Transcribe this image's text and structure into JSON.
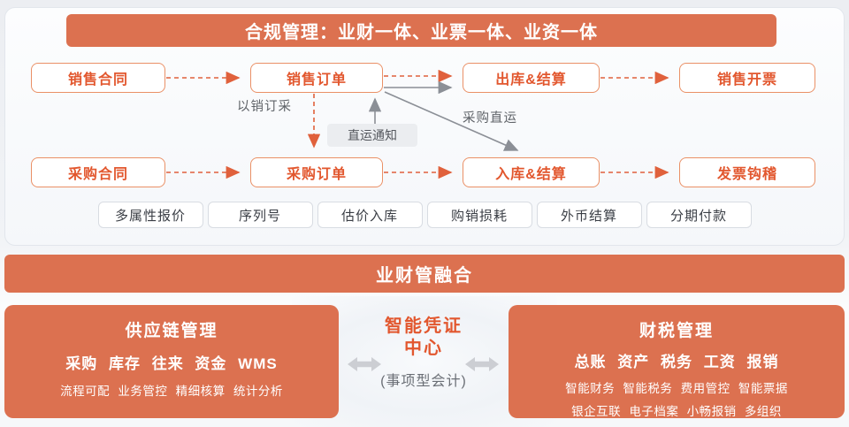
{
  "colors": {
    "accent": "#dc7150",
    "box_border": "#ea9066",
    "box_text": "#e2572e",
    "dashed_arrow": "#e0613c",
    "gray_arrow": "#8b8f96",
    "gray_note_bg": "#ebedf0",
    "gray_text": "#5f6368"
  },
  "flow": {
    "banner": "合规管理：业财一体、业票一体、业资一体",
    "row1": [
      "销售合同",
      "销售订单",
      "出库&结算",
      "销售开票"
    ],
    "row2": [
      "采购合同",
      "采购订单",
      "入库&结算",
      "发票钩稽"
    ],
    "labels": {
      "make_to_order": "以销订采",
      "drop_ship_notice": "直运通知",
      "purchase_drop_ship": "采购直运"
    },
    "tags": [
      "多属性报价",
      "序列号",
      "估价入库",
      "购销损耗",
      "外币结算",
      "分期付款"
    ]
  },
  "fusion_banner": {
    "label": "业财管融合"
  },
  "panels": {
    "left": {
      "title": "供应链管理",
      "line1": "采购 库存 往来 资金 WMS",
      "line2": "流程可配 业务管控 精细核算 统计分析"
    },
    "center": {
      "line1": "智能凭证",
      "line2": "中心",
      "subtitle": "(事项型会计)"
    },
    "right": {
      "title": "财税管理",
      "line1": "总账 资产 税务 工资 报销",
      "line2": "智能财务 智能税务 费用管控 智能票据",
      "line3": "银企互联 电子档案 小畅报销 多组织"
    }
  }
}
